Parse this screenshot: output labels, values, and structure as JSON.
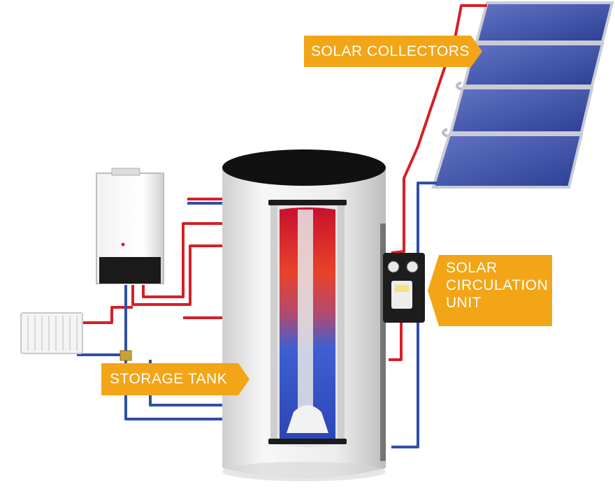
{
  "labels": {
    "solar_collectors": "SOLAR COLLECTORS",
    "solar_circulation_unit": [
      "SOLAR",
      "CIRCULATION",
      "UNIT"
    ],
    "storage_tank": "STORAGE TANK"
  },
  "colors": {
    "callout": "#f2a516",
    "callout_text": "#ffffff",
    "hot_pipe": "#d61f26",
    "cold_pipe": "#2f4fa8",
    "panel": "#3f53a6",
    "panel_frame": "#c9ccd4",
    "tank_body": "#ececec",
    "tank_top": "#111111"
  },
  "components": {
    "solar_collector_panels": 4
  }
}
